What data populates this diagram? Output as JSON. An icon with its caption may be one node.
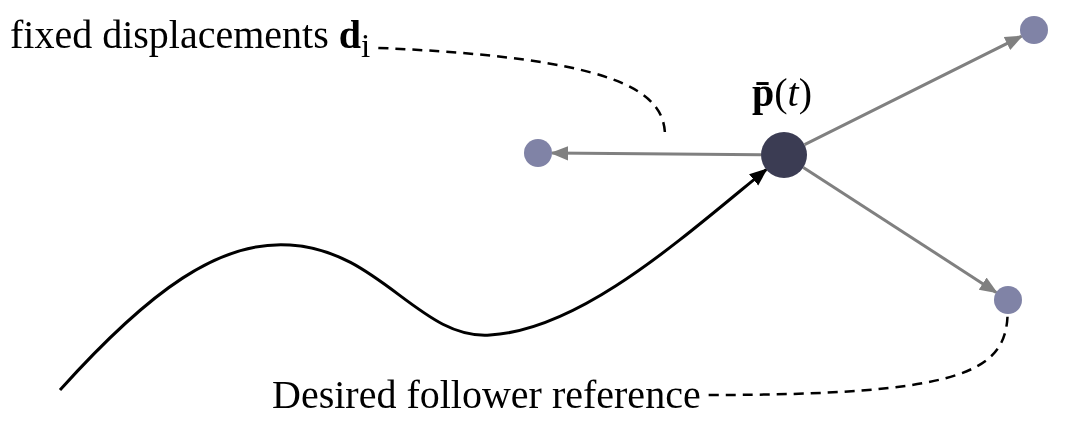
{
  "diagram": {
    "nodes": [
      {
        "text": [
          "fixed displacements **d**$_{i}$"
        ]
      },
      {
        "text": [],
        "shape": "circle"
      },
      {
        "text": [],
        "shape": "circle",
        "beside": [
          "**p̄**(*t*)"
        ]
      },
      {
        "text": [],
        "shape": "circle"
      },
      {
        "text": [],
        "shape": "circle"
      },
      {
        "text": [
          "Desired follower reference"
        ]
      }
    ],
    "edges": [
      {
        "from": 2,
        "to": 3,
        "arrow": "to",
        "color": "#808080"
      },
      {
        "from": 2,
        "to": 1,
        "arrow": "to",
        "color": "#808080"
      },
      {
        "from": 2,
        "to": 4,
        "arrow": "to",
        "color": "#808080"
      },
      {
        "from": null,
        "to": 2,
        "arrow": "to",
        "color": "#000000"
      },
      {
        "from": 0,
        "to": null,
        "arrow": "none",
        "style": "dashed",
        "color": "#000000"
      },
      {
        "from": 5,
        "to": 4,
        "arrow": "none",
        "style": "dashed",
        "color": "#000000"
      }
    ]
  }
}
